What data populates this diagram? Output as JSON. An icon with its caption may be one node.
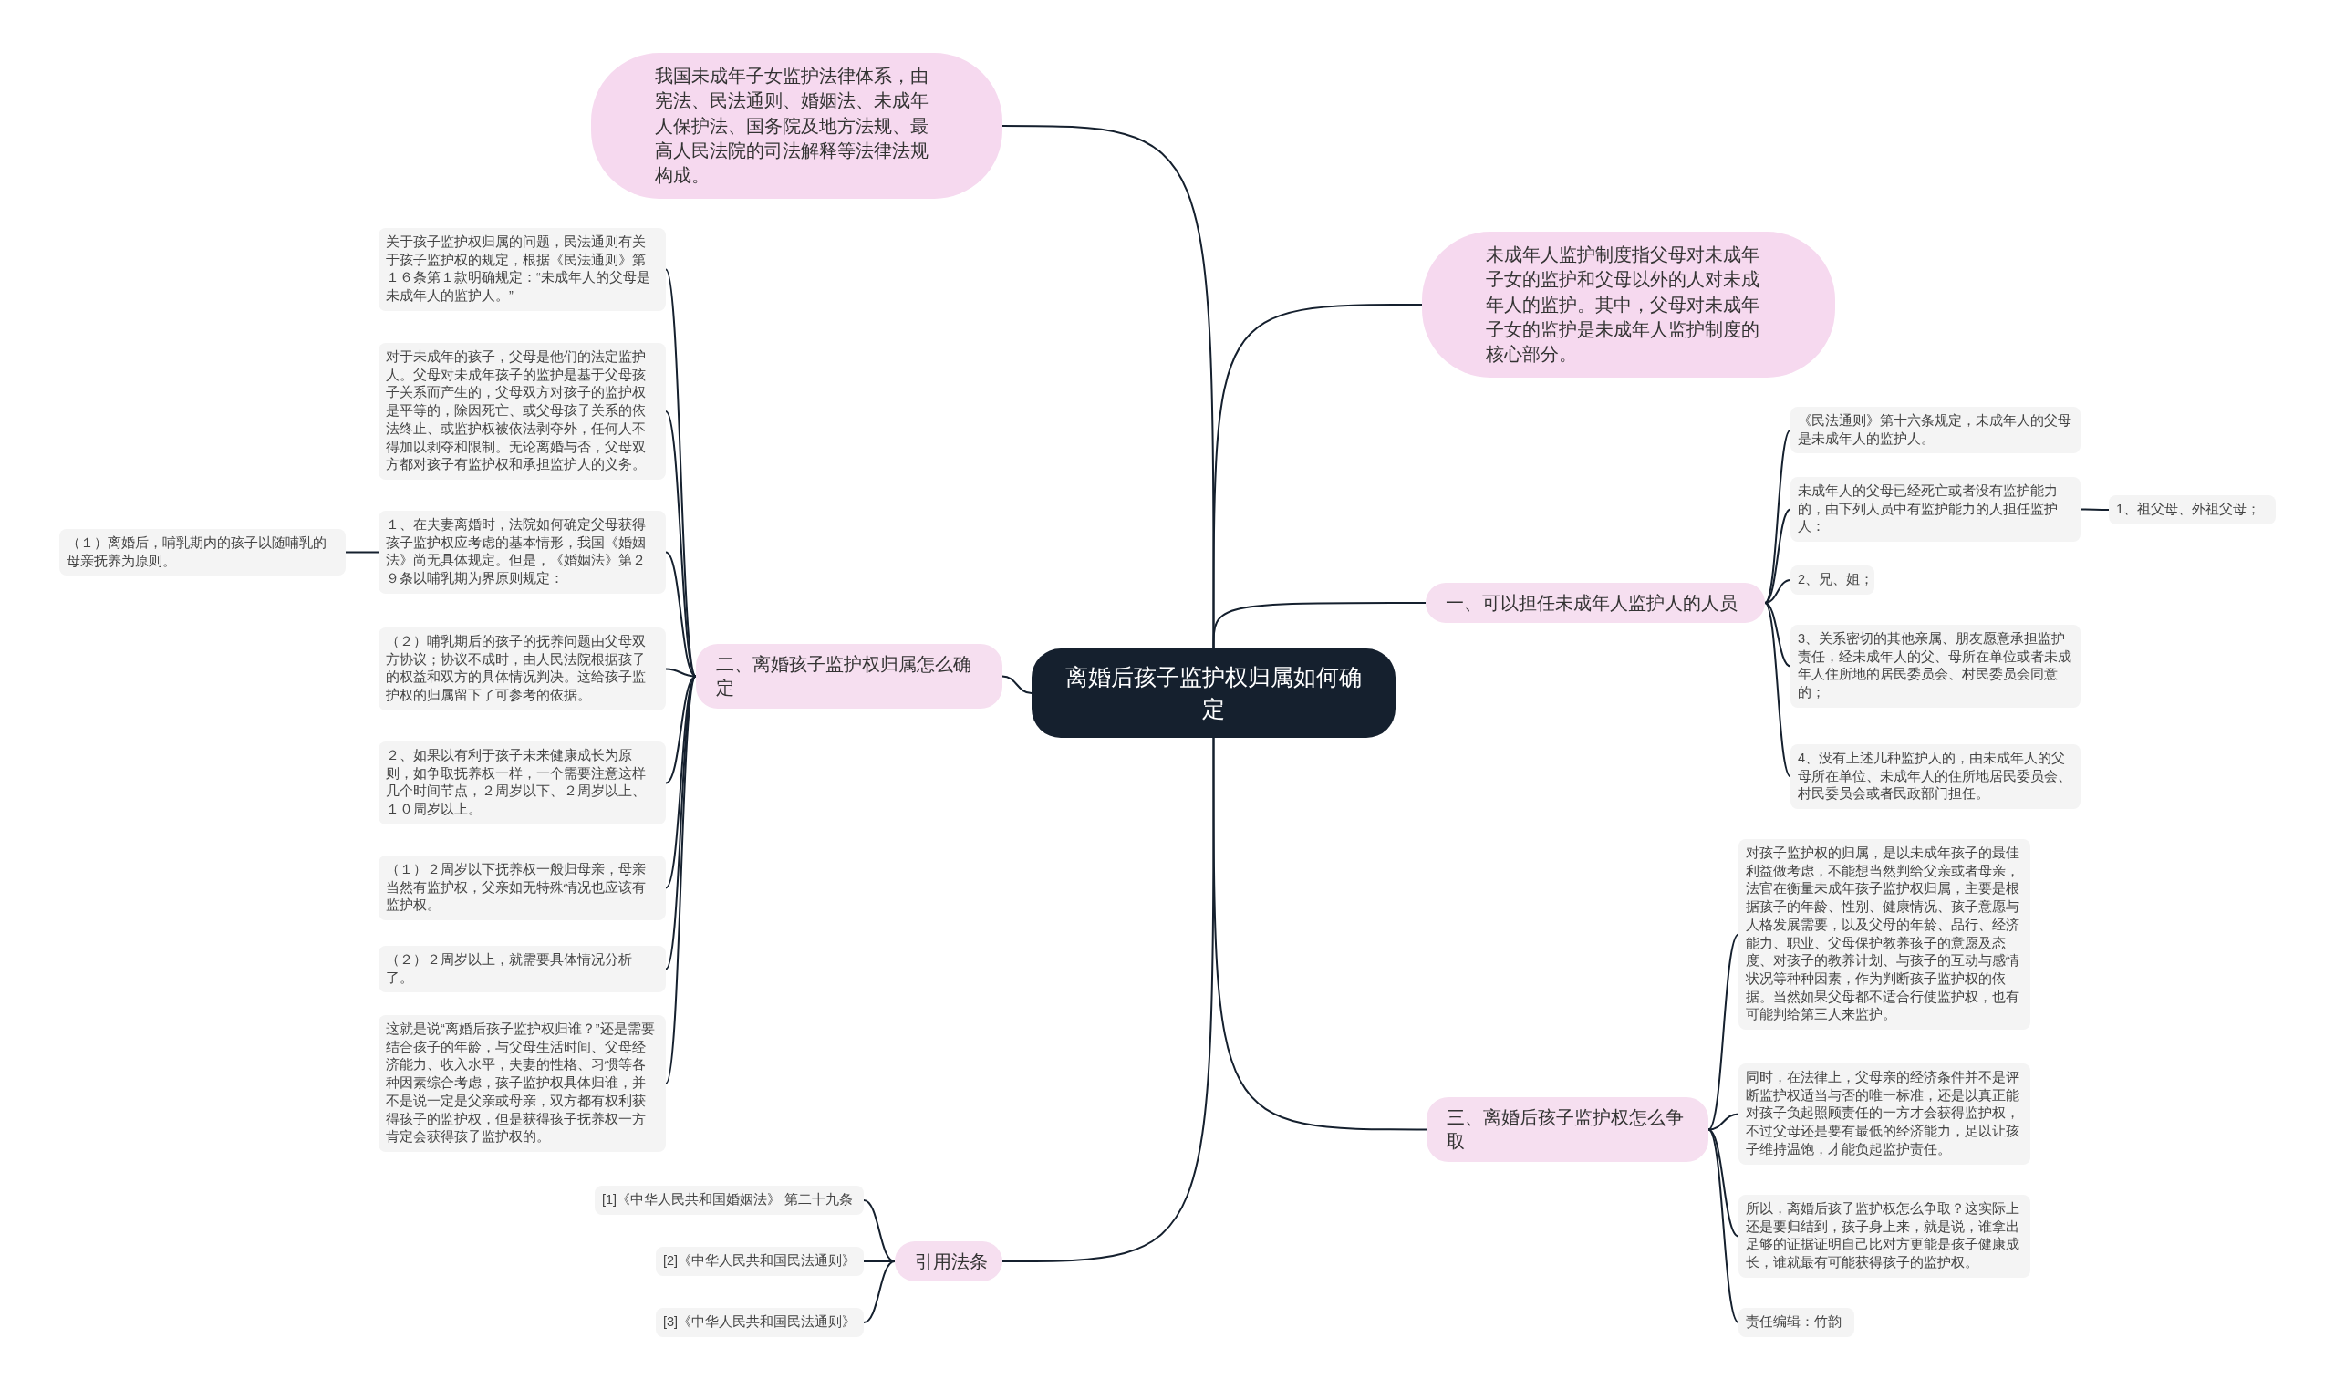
{
  "diagram": {
    "nodes": [
      {
        "text": [
          "离婚后孩子监护权归属如何确定"
        ]
      },
      {
        "text": [
          "我国未成年子女监护法律体系，由宪法、民法通则、婚姻法、未成年人保护法、国务院及地方法规、最高人民法院的司法解释等法律法规构成。"
        ]
      },
      {
        "text": [
          "未成年人监护制度指父母对未成年子女的监护和父母以外的人对未成年人的监护。其中，父母对未成年子女的监护是未成年人监护制度的核心部分。"
        ]
      },
      {
        "text": [
          "一、可以担任未成年人监护人的人员"
        ]
      },
      {
        "text": [
          "《民法通则》第十六条规定，未成年人的父母是未成年人的监护人。"
        ]
      },
      {
        "text": [
          "未成年人的父母已经死亡或者没有监护能力的，由下列人员中有监护能力的人担任监护人："
        ]
      },
      {
        "text": [
          "1、祖父母、外祖父母；"
        ]
      },
      {
        "text": [
          "2、兄、姐；"
        ]
      },
      {
        "text": [
          "3、关系密切的其他亲属、朋友愿意承担监护责任，经未成年人的父、母所在单位或者未成年人住所地的居民委员会、村民委员会同意的；"
        ]
      },
      {
        "text": [
          "4、没有上述几种监护人的，由未成年人的父母所在单位、未成年人的住所地居民委员会、村民委员会或者民政部门担任。"
        ]
      },
      {
        "text": [
          "二、离婚孩子监护权归属怎么确定"
        ]
      },
      {
        "text": [
          "关于孩子监护权归属的问题，民法通则有关于孩子监护权的规定，根据《民法通则》第１６条第１款明确规定：“未成年人的父母是未成年人的监护人。”"
        ]
      },
      {
        "text": [
          "对于未成年的孩子，父母是他们的法定监护人。父母对未成年孩子的监护是基于父母孩子关系而产生的，父母双方对孩子的监护权是平等的，除因死亡、或父母孩子关系的依法终止、或监护权被依法剥夺外，任何人不得加以剥夺和限制。无论离婚与否，父母双方都对孩子有监护权和承担监护人的义务。"
        ]
      },
      {
        "text": [
          "１、在夫妻离婚时，法院如何确定父母获得孩子监护权应考虑的基本情形，我国《婚姻法》尚无具体规定。但是，《婚姻法》第２９条以哺乳期为界原则规定："
        ]
      },
      {
        "text": [
          "（１）离婚后，哺乳期内的孩子以随哺乳的母亲抚养为原则。"
        ]
      },
      {
        "text": [
          "（２）哺乳期后的孩子的抚养问题由父母双方协议；协议不成时，由人民法院根据孩子的权益和双方的具体情况判决。这给孩子监护权的归属留下了可参考的依据。"
        ]
      },
      {
        "text": [
          "２、如果以有利于孩子未来健康成长为原则，如争取抚养权一样，一个需要注意这样几个时间节点，２周岁以下、２周岁以上、１０周岁以上。"
        ]
      },
      {
        "text": [
          "（１）２周岁以下抚养权一般归母亲，母亲当然有监护权，父亲如无特殊情况也应该有监护权。"
        ]
      },
      {
        "text": [
          "（２）２周岁以上，就需要具体情况分析了。"
        ]
      },
      {
        "text": [
          "这就是说“离婚后孩子监护权归谁？”还是需要结合孩子的年龄，与父母生活时间、父母经济能力、收入水平，夫妻的性格、习惯等各种因素综合考虑，孩子监护权具体归谁，并不是说一定是父亲或母亲，双方都有权利获得孩子的监护权，但是获得孩子抚养权一方肯定会获得孩子监护权的。"
        ]
      },
      {
        "text": [
          "三、离婚后孩子监护权怎么争取"
        ]
      },
      {
        "text": [
          "对孩子监护权的归属，是以未成年孩子的最佳利益做考虑，不能想当然判给父亲或者母亲，法官在衡量未成年孩子监护权归属，主要是根据孩子的年龄、性别、健康情况、孩子意愿与人格发展需要，以及父母的年龄、品行、经济能力、职业、父母保护教养孩子的意愿及态度、对孩子的教养计划、与孩子的互动与感情状况等种种因素，作为判断孩子监护权的依据。当然如果父母都不适合行使监护权，也有可能判给第三人来监护。"
        ]
      },
      {
        "text": [
          "同时，在法律上，父母亲的经济条件并不是评断监护权适当与否的唯一标准，还是以真正能对孩子负起照顾责任的一方才会获得监护权，不过父母还是要有最低的经济能力，足以让孩子维持温饱，才能负起监护责任。"
        ]
      },
      {
        "text": [
          "所以，离婚后孩子监护权怎么争取？这实际上还是要归结到，孩子身上来，就是说，谁拿出足够的证据证明自己比对方更能是孩子健康成长，谁就最有可能获得孩子的监护权。"
        ]
      },
      {
        "text": [
          "责任编辑：竹韵"
        ]
      },
      {
        "text": [
          "引用法条"
        ]
      },
      {
        "text": [
          "[1]《中华人民共和国婚姻法》 第二十九条"
        ]
      },
      {
        "text": [
          "[2]《中华人民共和国民法通则》"
        ]
      },
      {
        "text": [
          "[3]《中华人民共和国民法通则》"
        ]
      }
    ],
    "edges": [
      {
        "from": 0,
        "to": 1,
        "arrow": "none"
      },
      {
        "from": 0,
        "to": 2,
        "arrow": "none"
      },
      {
        "from": 0,
        "to": 3,
        "arrow": "none"
      },
      {
        "from": 3,
        "to": 4,
        "arrow": "none"
      },
      {
        "from": 3,
        "to": 5,
        "arrow": "none"
      },
      {
        "from": 5,
        "to": 6,
        "arrow": "none"
      },
      {
        "from": 3,
        "to": 7,
        "arrow": "none"
      },
      {
        "from": 3,
        "to": 8,
        "arrow": "none"
      },
      {
        "from": 3,
        "to": 9,
        "arrow": "none"
      },
      {
        "from": 0,
        "to": 10,
        "arrow": "none"
      },
      {
        "from": 10,
        "to": 11,
        "arrow": "none"
      },
      {
        "from": 10,
        "to": 12,
        "arrow": "none"
      },
      {
        "from": 10,
        "to": 13,
        "arrow": "none"
      },
      {
        "from": 13,
        "to": 14,
        "arrow": "none"
      },
      {
        "from": 10,
        "to": 15,
        "arrow": "none"
      },
      {
        "from": 10,
        "to": 16,
        "arrow": "none"
      },
      {
        "from": 10,
        "to": 17,
        "arrow": "none"
      },
      {
        "from": 10,
        "to": 18,
        "arrow": "none"
      },
      {
        "from": 10,
        "to": 19,
        "arrow": "none"
      },
      {
        "from": 0,
        "to": 20,
        "arrow": "none"
      },
      {
        "from": 20,
        "to": 21,
        "arrow": "none"
      },
      {
        "from": 20,
        "to": 22,
        "arrow": "none"
      },
      {
        "from": 20,
        "to": 23,
        "arrow": "none"
      },
      {
        "from": 20,
        "to": 24,
        "arrow": "none"
      },
      {
        "from": 0,
        "to": 25,
        "arrow": "none"
      },
      {
        "from": 25,
        "to": 26,
        "arrow": "none"
      },
      {
        "from": 25,
        "to": 27,
        "arrow": "none"
      },
      {
        "from": 25,
        "to": 28,
        "arrow": "none"
      }
    ]
  }
}
